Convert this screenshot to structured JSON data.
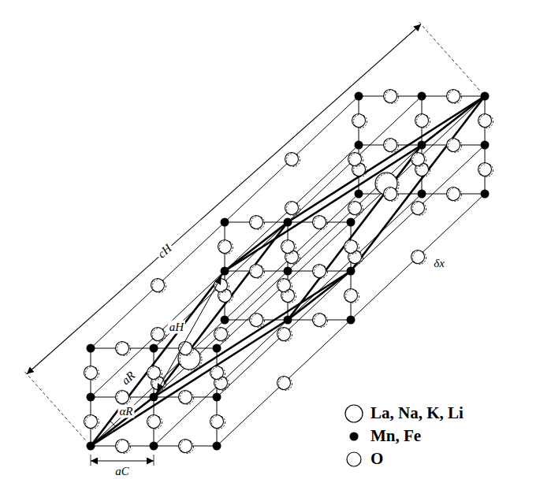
{
  "diagram": {
    "labels": [
      "cH",
      "aR",
      "aH",
      "αR",
      "aC",
      "δx"
    ],
    "legend": [
      {
        "text": "La, Na, K, Li"
      },
      {
        "text": "Mn, Fe"
      },
      {
        "text": "O"
      }
    ]
  }
}
